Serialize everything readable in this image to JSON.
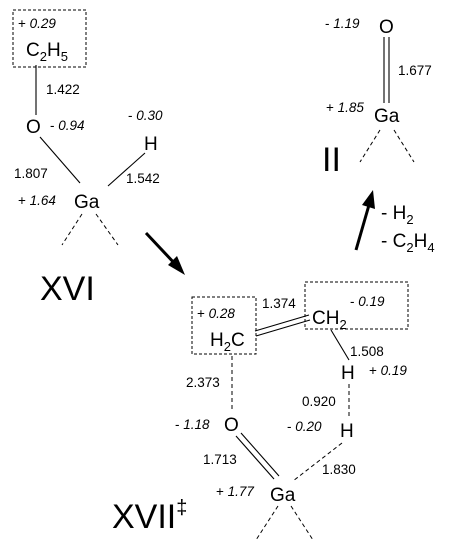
{
  "structures": {
    "xvi": {
      "label": "XVI",
      "ethyl": {
        "label": "C2H5",
        "charge_sign": "+",
        "charge": "0.29"
      },
      "o": {
        "label": "O",
        "charge_sign": "-",
        "charge": "0.94"
      },
      "h": {
        "label": "H",
        "charge_sign": "-",
        "charge": "0.30"
      },
      "ga": {
        "label": "Ga",
        "charge_sign": "+",
        "charge": "1.64"
      },
      "bond_c_o": "1.422",
      "bond_o_ga": "1.807",
      "bond_ga_h": "1.542"
    },
    "ii": {
      "label": "II",
      "o": {
        "label": "O",
        "charge_sign": "-",
        "charge": "1.19"
      },
      "ga": {
        "label": "Ga",
        "charge_sign": "+",
        "charge": "1.85"
      },
      "bond_ga_o": "1.677"
    },
    "xvii": {
      "label": "XVII",
      "label_sup": "‡",
      "ch2_left": {
        "label": "H2C",
        "charge_sign": "+",
        "charge": "0.28"
      },
      "ch2_right": {
        "label": "CH2",
        "charge_sign": "-",
        "charge": "0.19"
      },
      "h_upper": {
        "label": "H",
        "charge_sign": "+",
        "charge": "0.19"
      },
      "h_lower": {
        "label": "H",
        "charge_sign": "-",
        "charge": "0.20"
      },
      "o": {
        "label": "O",
        "charge_sign": "-",
        "charge": "1.18"
      },
      "ga": {
        "label": "Ga",
        "charge_sign": "+",
        "charge": "1.77"
      },
      "bond_c_c": "1.374",
      "bond_c_h": "1.508",
      "bond_c_o": "2.373",
      "bond_h_h": "0.920",
      "bond_o_ga": "1.713",
      "bond_h_ga": "1.830"
    }
  },
  "reagents": {
    "line1": "- H2",
    "line2": "- C2H4"
  }
}
